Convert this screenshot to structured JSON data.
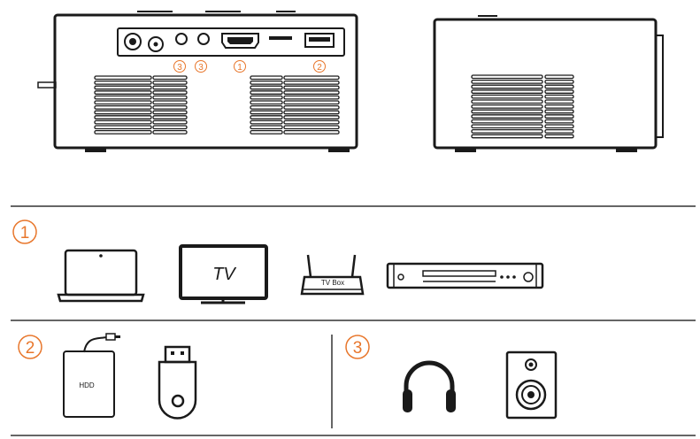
{
  "colors": {
    "accent": "#e8762b",
    "line": "#1a1a1a",
    "divider": "#333333"
  },
  "port_labels": {
    "audio_left": "3",
    "audio_right": "3",
    "hdmi": "1",
    "usb": "2"
  },
  "sections": {
    "hdmi": {
      "number": "1",
      "devices": [
        {
          "icon": "laptop-icon"
        },
        {
          "icon": "tv-icon",
          "label": "TV"
        },
        {
          "icon": "tv-box-icon",
          "label": "TV Box"
        },
        {
          "icon": "dvd-player-icon"
        }
      ]
    },
    "usb": {
      "number": "2",
      "devices": [
        {
          "icon": "hdd-icon",
          "label": "HDD"
        },
        {
          "icon": "usb-drive-icon"
        }
      ]
    },
    "audio": {
      "number": "3",
      "devices": [
        {
          "icon": "headphones-icon"
        },
        {
          "icon": "speaker-icon"
        }
      ]
    }
  }
}
